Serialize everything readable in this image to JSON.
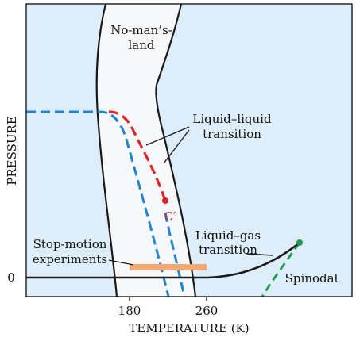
{
  "figure": {
    "colors": {
      "plot_background": "#ddeefa",
      "no_mans_land": "#f6f8f9",
      "boundary_lines": "#1a1a1a",
      "dashed_blue": "#1f86cf",
      "dashed_red": "#e0232b",
      "critical_point_label": "#d42027",
      "spinodal_green": "#1f9a4e",
      "stop_motion_bar": "#f2a774"
    },
    "axes": {
      "y_label": "PRESSURE",
      "x_label": "TEMPERATURE (K)",
      "y_ticks": [
        "0"
      ],
      "x_ticks": [
        "180",
        "260"
      ]
    },
    "annotations": {
      "no_mans_land": [
        "No-man’s-",
        "land"
      ],
      "liquid_liquid": [
        "Liquid–liquid",
        "transition"
      ],
      "critical_point": "C′",
      "liquid_gas": [
        "Liquid–gas",
        "transition"
      ],
      "stop_motion": [
        "Stop-motion",
        "experiments"
      ],
      "spinodal": "Spinodal"
    }
  }
}
